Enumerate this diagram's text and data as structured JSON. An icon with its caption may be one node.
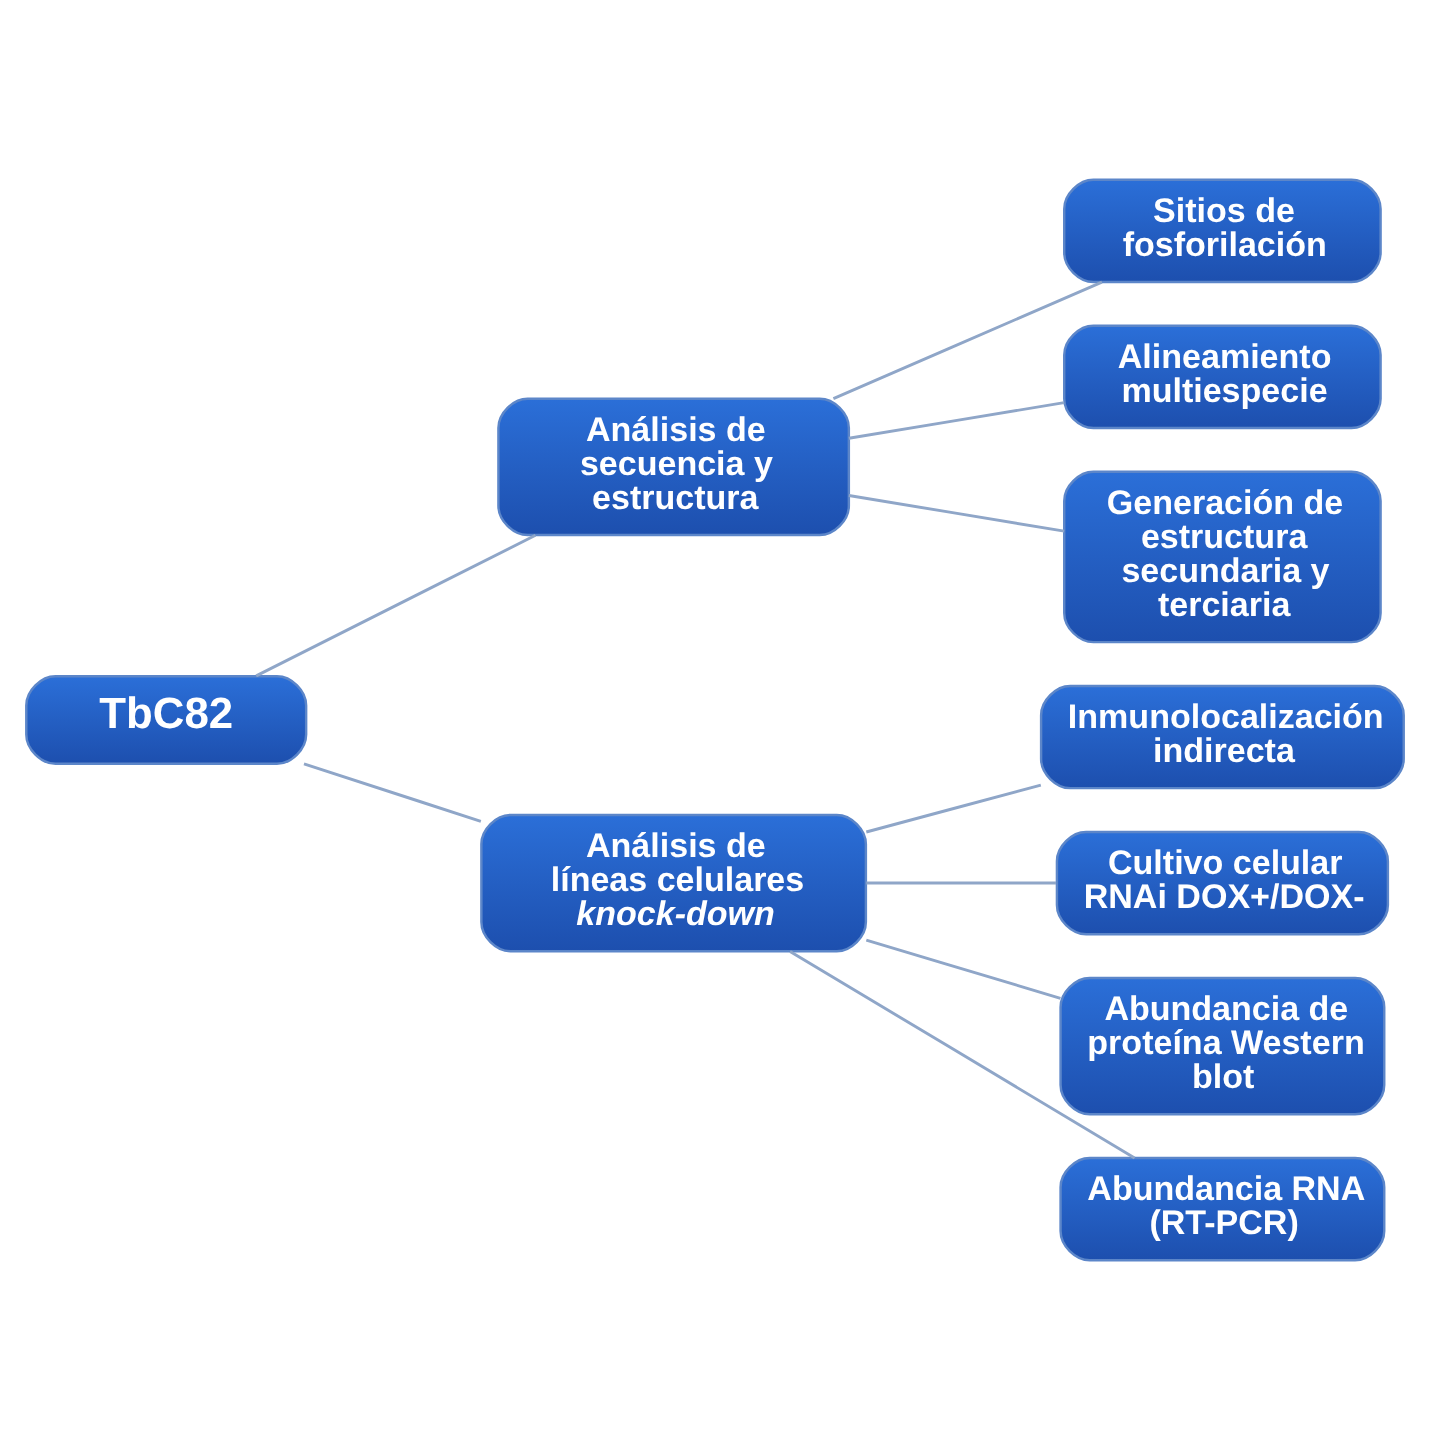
{
  "diagram": {
    "nodes": [
      {
        "text": [
          "TbC82"
        ]
      },
      {
        "text": [
          "Análisis de secuencia y estructura"
        ]
      },
      {
        "text": [
          "Sitios de fosforilación"
        ]
      },
      {
        "text": [
          "Alineamiento multiespecie"
        ]
      },
      {
        "text": [
          "Generación de estructura secundaria y terciaria"
        ]
      },
      {
        "text": [
          "Análisis de líneas celulares *knock-down*"
        ]
      },
      {
        "text": [
          "Inmunolocalización indirecta"
        ]
      },
      {
        "text": [
          "Cultivo celular RNAi DOX+/DOX-"
        ]
      },
      {
        "text": [
          "Abundancia de proteína Western blot"
        ]
      },
      {
        "text": [
          "Abundancia RNA (RT-PCR)"
        ]
      }
    ],
    "edges": [
      {
        "from": 0,
        "to": 1,
        "arrow": "none"
      },
      {
        "from": 0,
        "to": 5,
        "arrow": "none"
      },
      {
        "from": 1,
        "to": 2,
        "arrow": "none"
      },
      {
        "from": 1,
        "to": 3,
        "arrow": "none"
      },
      {
        "from": 1,
        "to": 4,
        "arrow": "none"
      },
      {
        "from": 5,
        "to": 6,
        "arrow": "none"
      },
      {
        "from": 5,
        "to": 7,
        "arrow": "none"
      },
      {
        "from": 5,
        "to": 8,
        "arrow": "none"
      },
      {
        "from": 5,
        "to": 9,
        "arrow": "none"
      }
    ]
  }
}
